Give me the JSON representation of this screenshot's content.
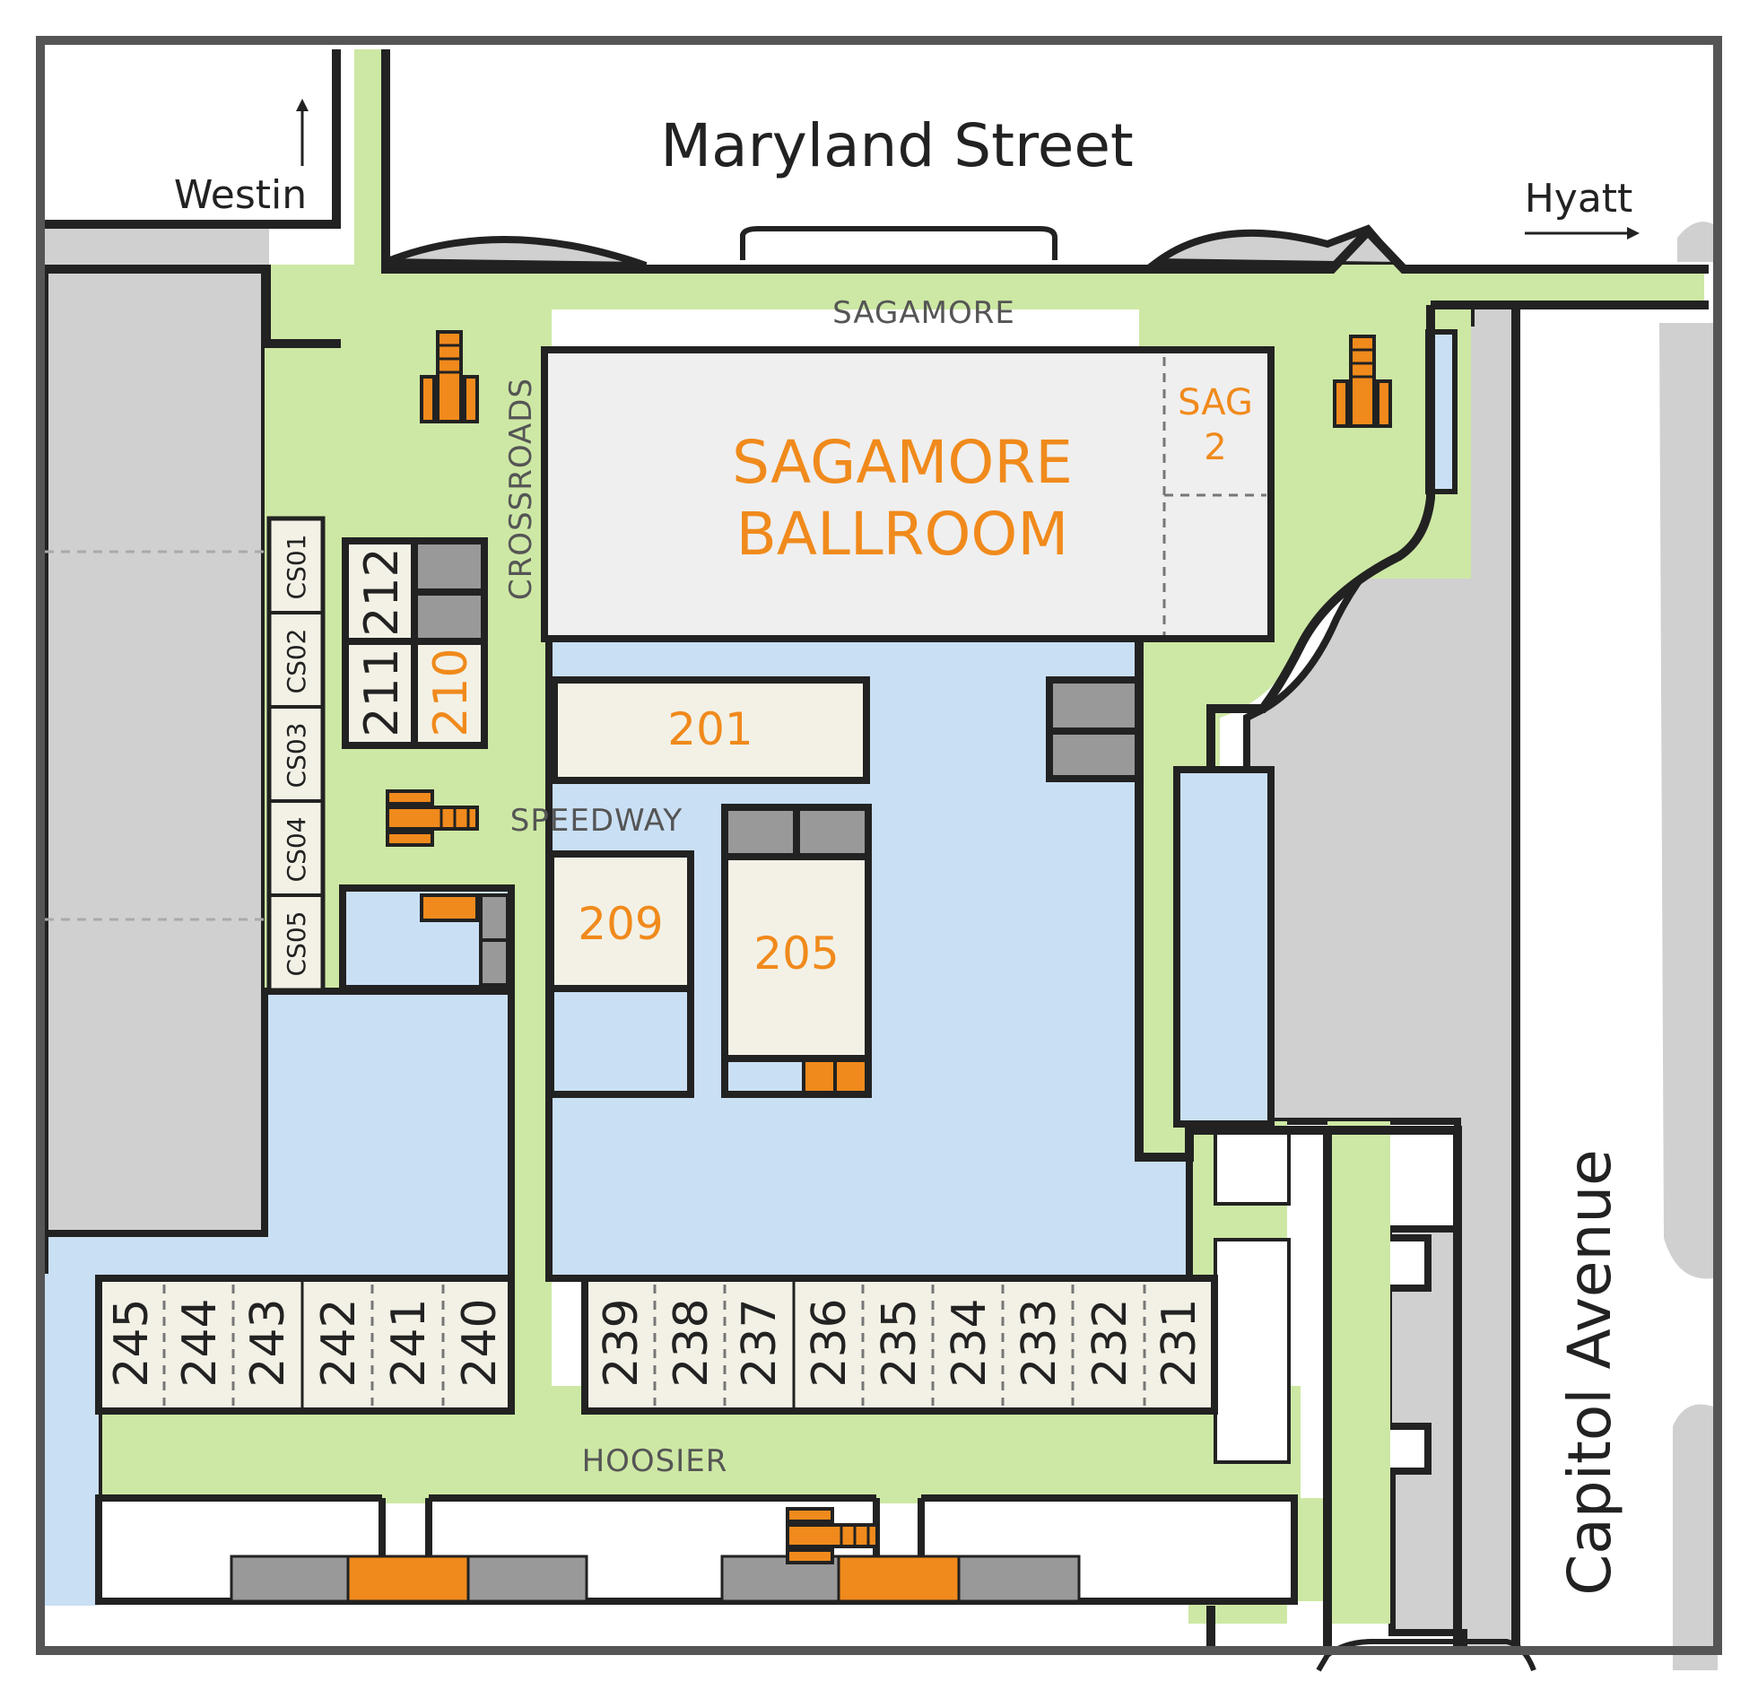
{
  "streets": {
    "north": "Maryland Street",
    "east": "Capitol Avenue"
  },
  "directions": {
    "westin": "Westin",
    "hyatt": "Hyatt"
  },
  "hallways": {
    "sagamore": "SAGAMORE",
    "crossroads": "CROSSROADS",
    "speedway": "SPEEDWAY",
    "hoosier": "HOOSIER"
  },
  "ballroom": {
    "line1": "SAGAMORE",
    "line2": "BALLROOM",
    "sag2_line1": "SAG",
    "sag2_line2": "2"
  },
  "rooms": {
    "r201": "201",
    "r205": "205",
    "r209": "209",
    "r210": "210",
    "r211": "211",
    "r212": "212"
  },
  "crossroads_suites": [
    "CS01",
    "CS02",
    "CS03",
    "CS04",
    "CS05"
  ],
  "west_rooms": [
    "245",
    "244",
    "243",
    "242",
    "241",
    "240"
  ],
  "south_rooms": [
    "239",
    "238",
    "237",
    "236",
    "235",
    "234",
    "233",
    "232",
    "231"
  ],
  "colors": {
    "corridor": "#cde8a4",
    "meeting_space": "#c9dff4",
    "room": "#f3f1e6",
    "ballroom": "#efefef",
    "building": "#d0d0d0",
    "service": "#999999",
    "accent": "#f08a1c"
  },
  "icons": [
    "escalator-icon",
    "escalator-icon",
    "escalator-icon",
    "escalator-icon",
    "north-arrow-icon",
    "east-arrow-icon"
  ]
}
